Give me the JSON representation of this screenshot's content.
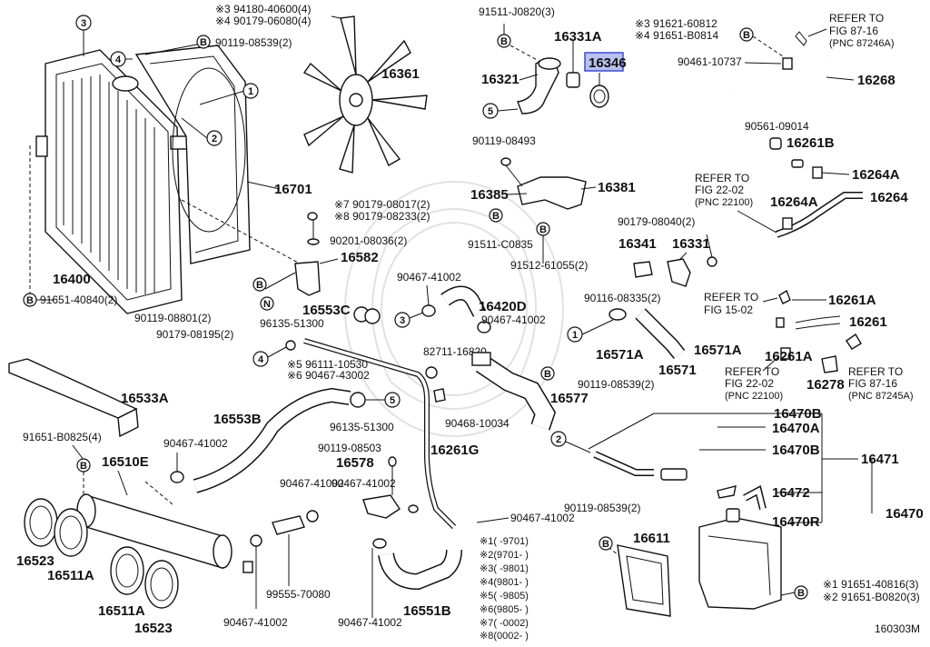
{
  "diagram_id": "160303M",
  "highlighted_part": "16346",
  "part_labels": [
    {
      "id": "l1",
      "text": "94180-40600(4)",
      "mark": "※3"
    },
    {
      "id": "l2",
      "text": "90179-06080(4)",
      "mark": "※4"
    },
    {
      "id": "l3",
      "text": "90119-08539(2)",
      "badge": "B"
    },
    {
      "id": "l4",
      "text": "16361"
    },
    {
      "id": "l5",
      "text": "16701"
    },
    {
      "id": "l6",
      "text": "16400"
    },
    {
      "id": "l7",
      "text": "91651-40840(2)",
      "badge": "B"
    },
    {
      "id": "l8",
      "text": "90179-08017(2)",
      "mark": "※7"
    },
    {
      "id": "l9",
      "text": "90179-08233(2)",
      "mark": "※8"
    },
    {
      "id": "l10",
      "text": "90201-08036(2)"
    },
    {
      "id": "l11",
      "text": "16582"
    },
    {
      "id": "l12",
      "text": "90119-08801(2)",
      "badge": "B"
    },
    {
      "id": "l13",
      "text": "96135-51300",
      "badge": "N"
    },
    {
      "id": "l14",
      "text": "90179-08195(2)"
    },
    {
      "id": "l15",
      "text": "91511-J0820(3)"
    },
    {
      "id": "l16",
      "text": "16331A"
    },
    {
      "id": "l17",
      "text": "16346"
    },
    {
      "id": "l18",
      "text": "16321"
    },
    {
      "id": "l19",
      "text": "90119-08493"
    },
    {
      "id": "l20",
      "text": "16385"
    },
    {
      "id": "l21",
      "text": "16381"
    },
    {
      "id": "l22",
      "text": "91511-C0835"
    },
    {
      "id": "l23",
      "text": "91512-61055(2)"
    },
    {
      "id": "l24",
      "text": "91621-60812",
      "mark": "※3"
    },
    {
      "id": "l25",
      "text": "91651-B0814",
      "mark": "※4"
    },
    {
      "id": "l26",
      "text": "90461-10737"
    },
    {
      "id": "l27",
      "text": "16268"
    },
    {
      "id": "l28",
      "text": "90561-09014"
    },
    {
      "id": "l29",
      "text": "16261B"
    },
    {
      "id": "l30",
      "text": "16264A"
    },
    {
      "id": "l31",
      "text": "16264"
    },
    {
      "id": "l32",
      "text": "16264A"
    },
    {
      "id": "l33",
      "text": "90179-08040(2)"
    },
    {
      "id": "l34",
      "text": "16341"
    },
    {
      "id": "l35",
      "text": "16331"
    },
    {
      "id": "l36",
      "text": "90467-41002"
    },
    {
      "id": "l37",
      "text": "16420D"
    },
    {
      "id": "l38",
      "text": "90467-41002"
    },
    {
      "id": "l39",
      "text": "90116-08335(2)"
    },
    {
      "id": "l40",
      "text": "16553C"
    },
    {
      "id": "l41",
      "text": "82711-16820"
    },
    {
      "id": "l42",
      "text": "16571A"
    },
    {
      "id": "l43",
      "text": "16571A"
    },
    {
      "id": "l44",
      "text": "16571"
    },
    {
      "id": "l45",
      "text": "16261A"
    },
    {
      "id": "l46",
      "text": "16261"
    },
    {
      "id": "l47",
      "text": "16261A"
    },
    {
      "id": "l48",
      "text": "16278"
    },
    {
      "id": "l49",
      "text": "96111-10530",
      "mark": "※5"
    },
    {
      "id": "l50",
      "text": "90467-43002",
      "mark": "※6"
    },
    {
      "id": "l51",
      "text": "90119-08539(2)",
      "badge": "B"
    },
    {
      "id": "l52",
      "text": "16577"
    },
    {
      "id": "l53",
      "text": "16533A"
    },
    {
      "id": "l54",
      "text": "16553B"
    },
    {
      "id": "l55",
      "text": "90468-10034"
    },
    {
      "id": "l56",
      "text": "96135-51300"
    },
    {
      "id": "l57",
      "text": "90119-08503"
    },
    {
      "id": "l58",
      "text": "16261G"
    },
    {
      "id": "l59",
      "text": "16578"
    },
    {
      "id": "l60",
      "text": "91651-B0825(4)"
    },
    {
      "id": "l61",
      "text": "90467-41002"
    },
    {
      "id": "l62",
      "text": "16510E"
    },
    {
      "id": "l63",
      "text": "90467-41002"
    },
    {
      "id": "l64",
      "text": "90467-41002"
    },
    {
      "id": "l65",
      "text": "16523"
    },
    {
      "id": "l66",
      "text": "16511A"
    },
    {
      "id": "l67",
      "text": "99555-70080"
    },
    {
      "id": "l68",
      "text": "16511A"
    },
    {
      "id": "l69",
      "text": "16523"
    },
    {
      "id": "l70",
      "text": "90467-41002"
    },
    {
      "id": "l71",
      "text": "90467-41002"
    },
    {
      "id": "l72",
      "text": "16551B"
    },
    {
      "id": "l73",
      "text": "16470B"
    },
    {
      "id": "l74",
      "text": "16470A"
    },
    {
      "id": "l75",
      "text": "16470B"
    },
    {
      "id": "l76",
      "text": "16471"
    },
    {
      "id": "l77",
      "text": "16472"
    },
    {
      "id": "l78",
      "text": "16470R"
    },
    {
      "id": "l79",
      "text": "16470"
    },
    {
      "id": "l80",
      "text": "90119-08539(2)"
    },
    {
      "id": "l81",
      "text": "16611"
    },
    {
      "id": "l82",
      "text": "91651-40816(3)",
      "mark": "※1",
      "badge": "B"
    },
    {
      "id": "l83",
      "text": "91651-B0820(3)",
      "mark": "※2"
    }
  ],
  "refer_notes": [
    {
      "id": "r1",
      "line1": "REFER TO",
      "line2": "FIG 87-16",
      "line3": "(PNC 87246A)"
    },
    {
      "id": "r2",
      "line1": "REFER TO",
      "line2": "FIG 22-02",
      "line3": "(PNC 22100)"
    },
    {
      "id": "r3",
      "line1": "REFER TO",
      "line2": "FIG 15-02",
      "line3": ""
    },
    {
      "id": "r4",
      "line1": "REFER TO",
      "line2": "FIG 22-02",
      "line3": "(PNC 22100)"
    },
    {
      "id": "r5",
      "line1": "REFER TO",
      "line2": "FIG 87-16",
      "line3": "(PNC 87245A)"
    }
  ],
  "callouts": [
    "1",
    "2",
    "3",
    "4",
    "5"
  ],
  "legend": [
    {
      "mark": "※1",
      "range": "(    -9701)"
    },
    {
      "mark": "※2",
      "range": "(9701-    )"
    },
    {
      "mark": "※3",
      "range": "(    -9801)"
    },
    {
      "mark": "※4",
      "range": "(9801-    )"
    },
    {
      "mark": "※5",
      "range": "(    -9805)"
    },
    {
      "mark": "※6",
      "range": "(9805-    )"
    },
    {
      "mark": "※7",
      "range": "(    -0002)"
    },
    {
      "mark": "※8",
      "range": "(0002-    )"
    }
  ],
  "colors": {
    "line": "#111111",
    "highlight": "#b9c0f0",
    "highlight_border": "#3a4dd1"
  }
}
